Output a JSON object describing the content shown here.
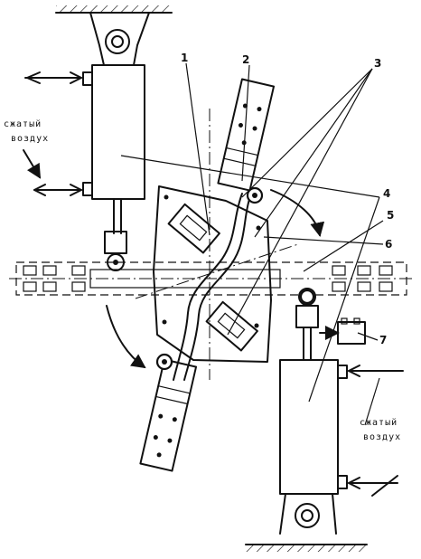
{
  "callouts": [
    "1",
    "2",
    "3",
    "4",
    "5",
    "6",
    "7"
  ],
  "air_label_left": [
    "сжатый",
    "воздух"
  ],
  "air_label_right": [
    "сжатый",
    "воздух"
  ]
}
